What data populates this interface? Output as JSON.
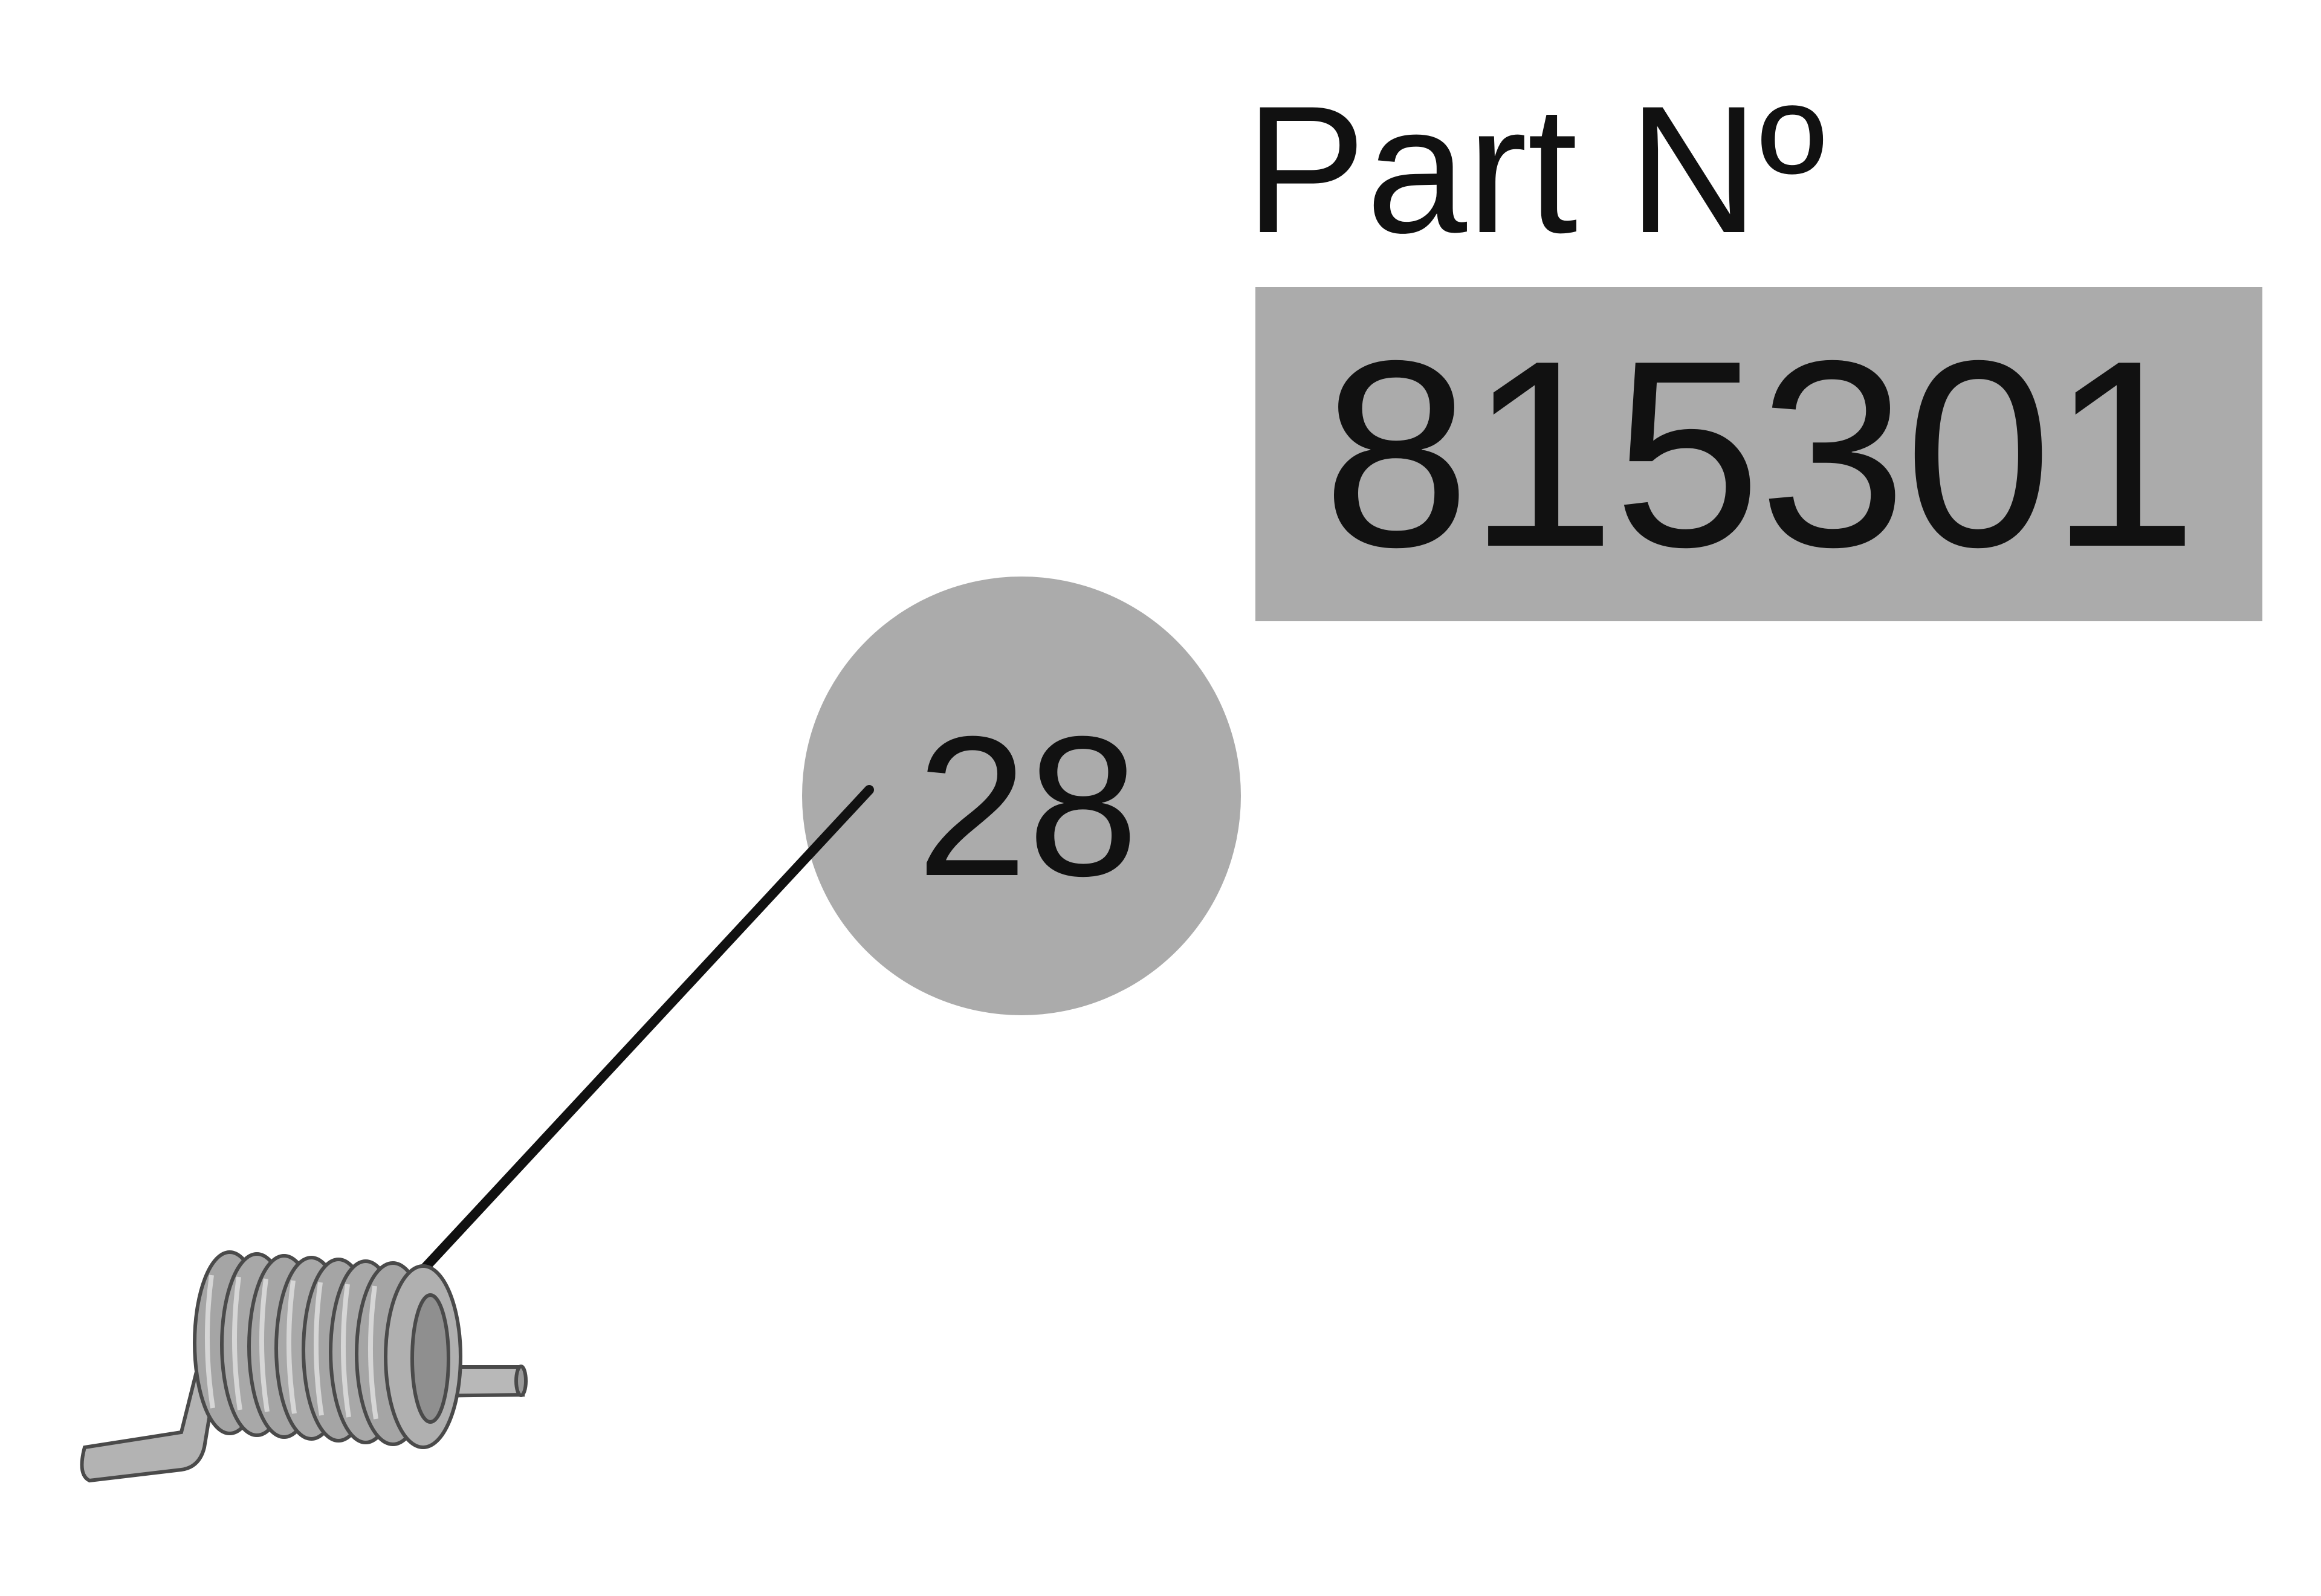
{
  "part": {
    "label": "Part Nº",
    "number": "815301"
  },
  "callout": {
    "number": "28"
  },
  "colors": {
    "box_fill": "#ababab",
    "callout_fill": "#ababab",
    "leader_line": "#111111",
    "spring_fill": "#a9a9a9",
    "spring_outline": "#4a4a4a"
  },
  "icons": {
    "spring": "torsion-spring-icon"
  }
}
